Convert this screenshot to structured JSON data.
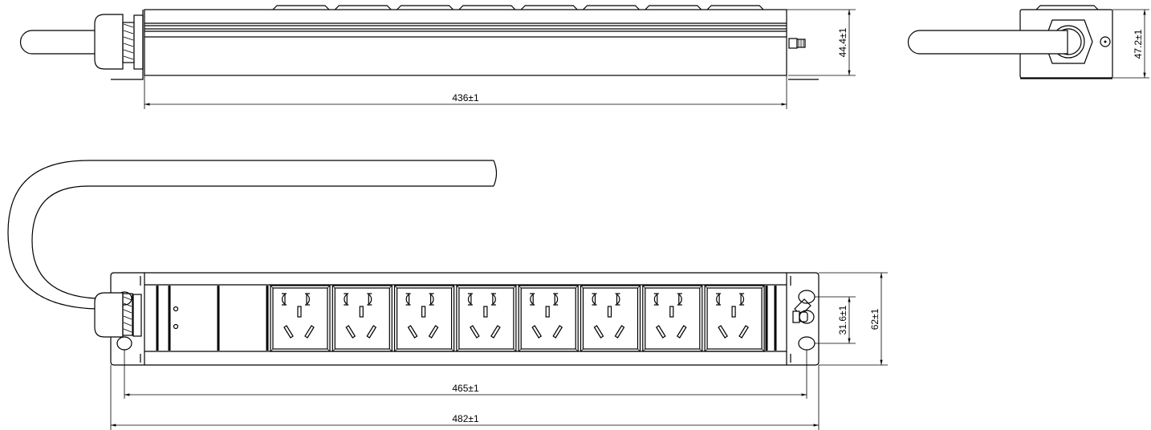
{
  "dimensions": {
    "top_length": "436±1",
    "top_height": "44.4±1",
    "end_height": "47.2±1",
    "hole_spacing": "465±1",
    "overall_width": "482±1",
    "hole_vertical": "31.6±1",
    "front_height": "62±1"
  },
  "outlet_count": 8
}
